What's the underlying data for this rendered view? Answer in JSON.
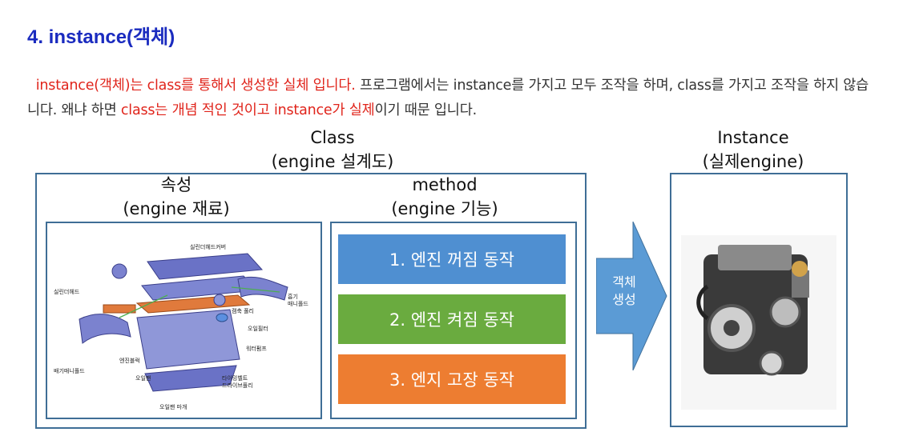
{
  "heading": "4. instance(객체)",
  "paragraph": {
    "red_intro": "instance(객체)는 class를 통해서 생성한 실체 입니다.",
    "plain_1": " 프로그램에서는 instance를 가지고 모두 조작을 하며, class를 가지고 조작을 하지 않습니다. 왜냐 하면 ",
    "red_class": "class는 개념 적인 것이고 instance가 실제",
    "plain_2": "이기 때문 입니다."
  },
  "class_label": {
    "line1": "Class",
    "line2": "(engine 설계도)"
  },
  "attr_label": {
    "line1": "속성",
    "line2": "(engine 재료)"
  },
  "method_label": {
    "line1": "method",
    "line2": "(engine 기능)"
  },
  "instance_label": {
    "line1": "Instance",
    "line2": "(실제engine)"
  },
  "methods": [
    {
      "label": "1. 엔진 꺼짐 동작",
      "color": "#4f8fd1"
    },
    {
      "label": "2. 엔진 켜짐 동작",
      "color": "#6aab3f"
    },
    {
      "label": "3. 엔지 고장 동작",
      "color": "#ed7d31"
    }
  ],
  "arrow": {
    "line1": "객체",
    "line2": "생성",
    "color": "#5b9bd5"
  },
  "engine_parts": {
    "cover": "실린더헤드커버",
    "head": "실린더헤드",
    "intake": "흡기\n매니폴드",
    "cam": "캠축 풀리",
    "oilfilter": "오일필터",
    "waterpump": "워터펌프",
    "exhaust": "배기매니폴드",
    "block": "엔진블럭",
    "oilpan": "오일팬",
    "timing": "타이밍벨트\n드라이브풀리",
    "oilpancap": "오일팬 마개"
  }
}
